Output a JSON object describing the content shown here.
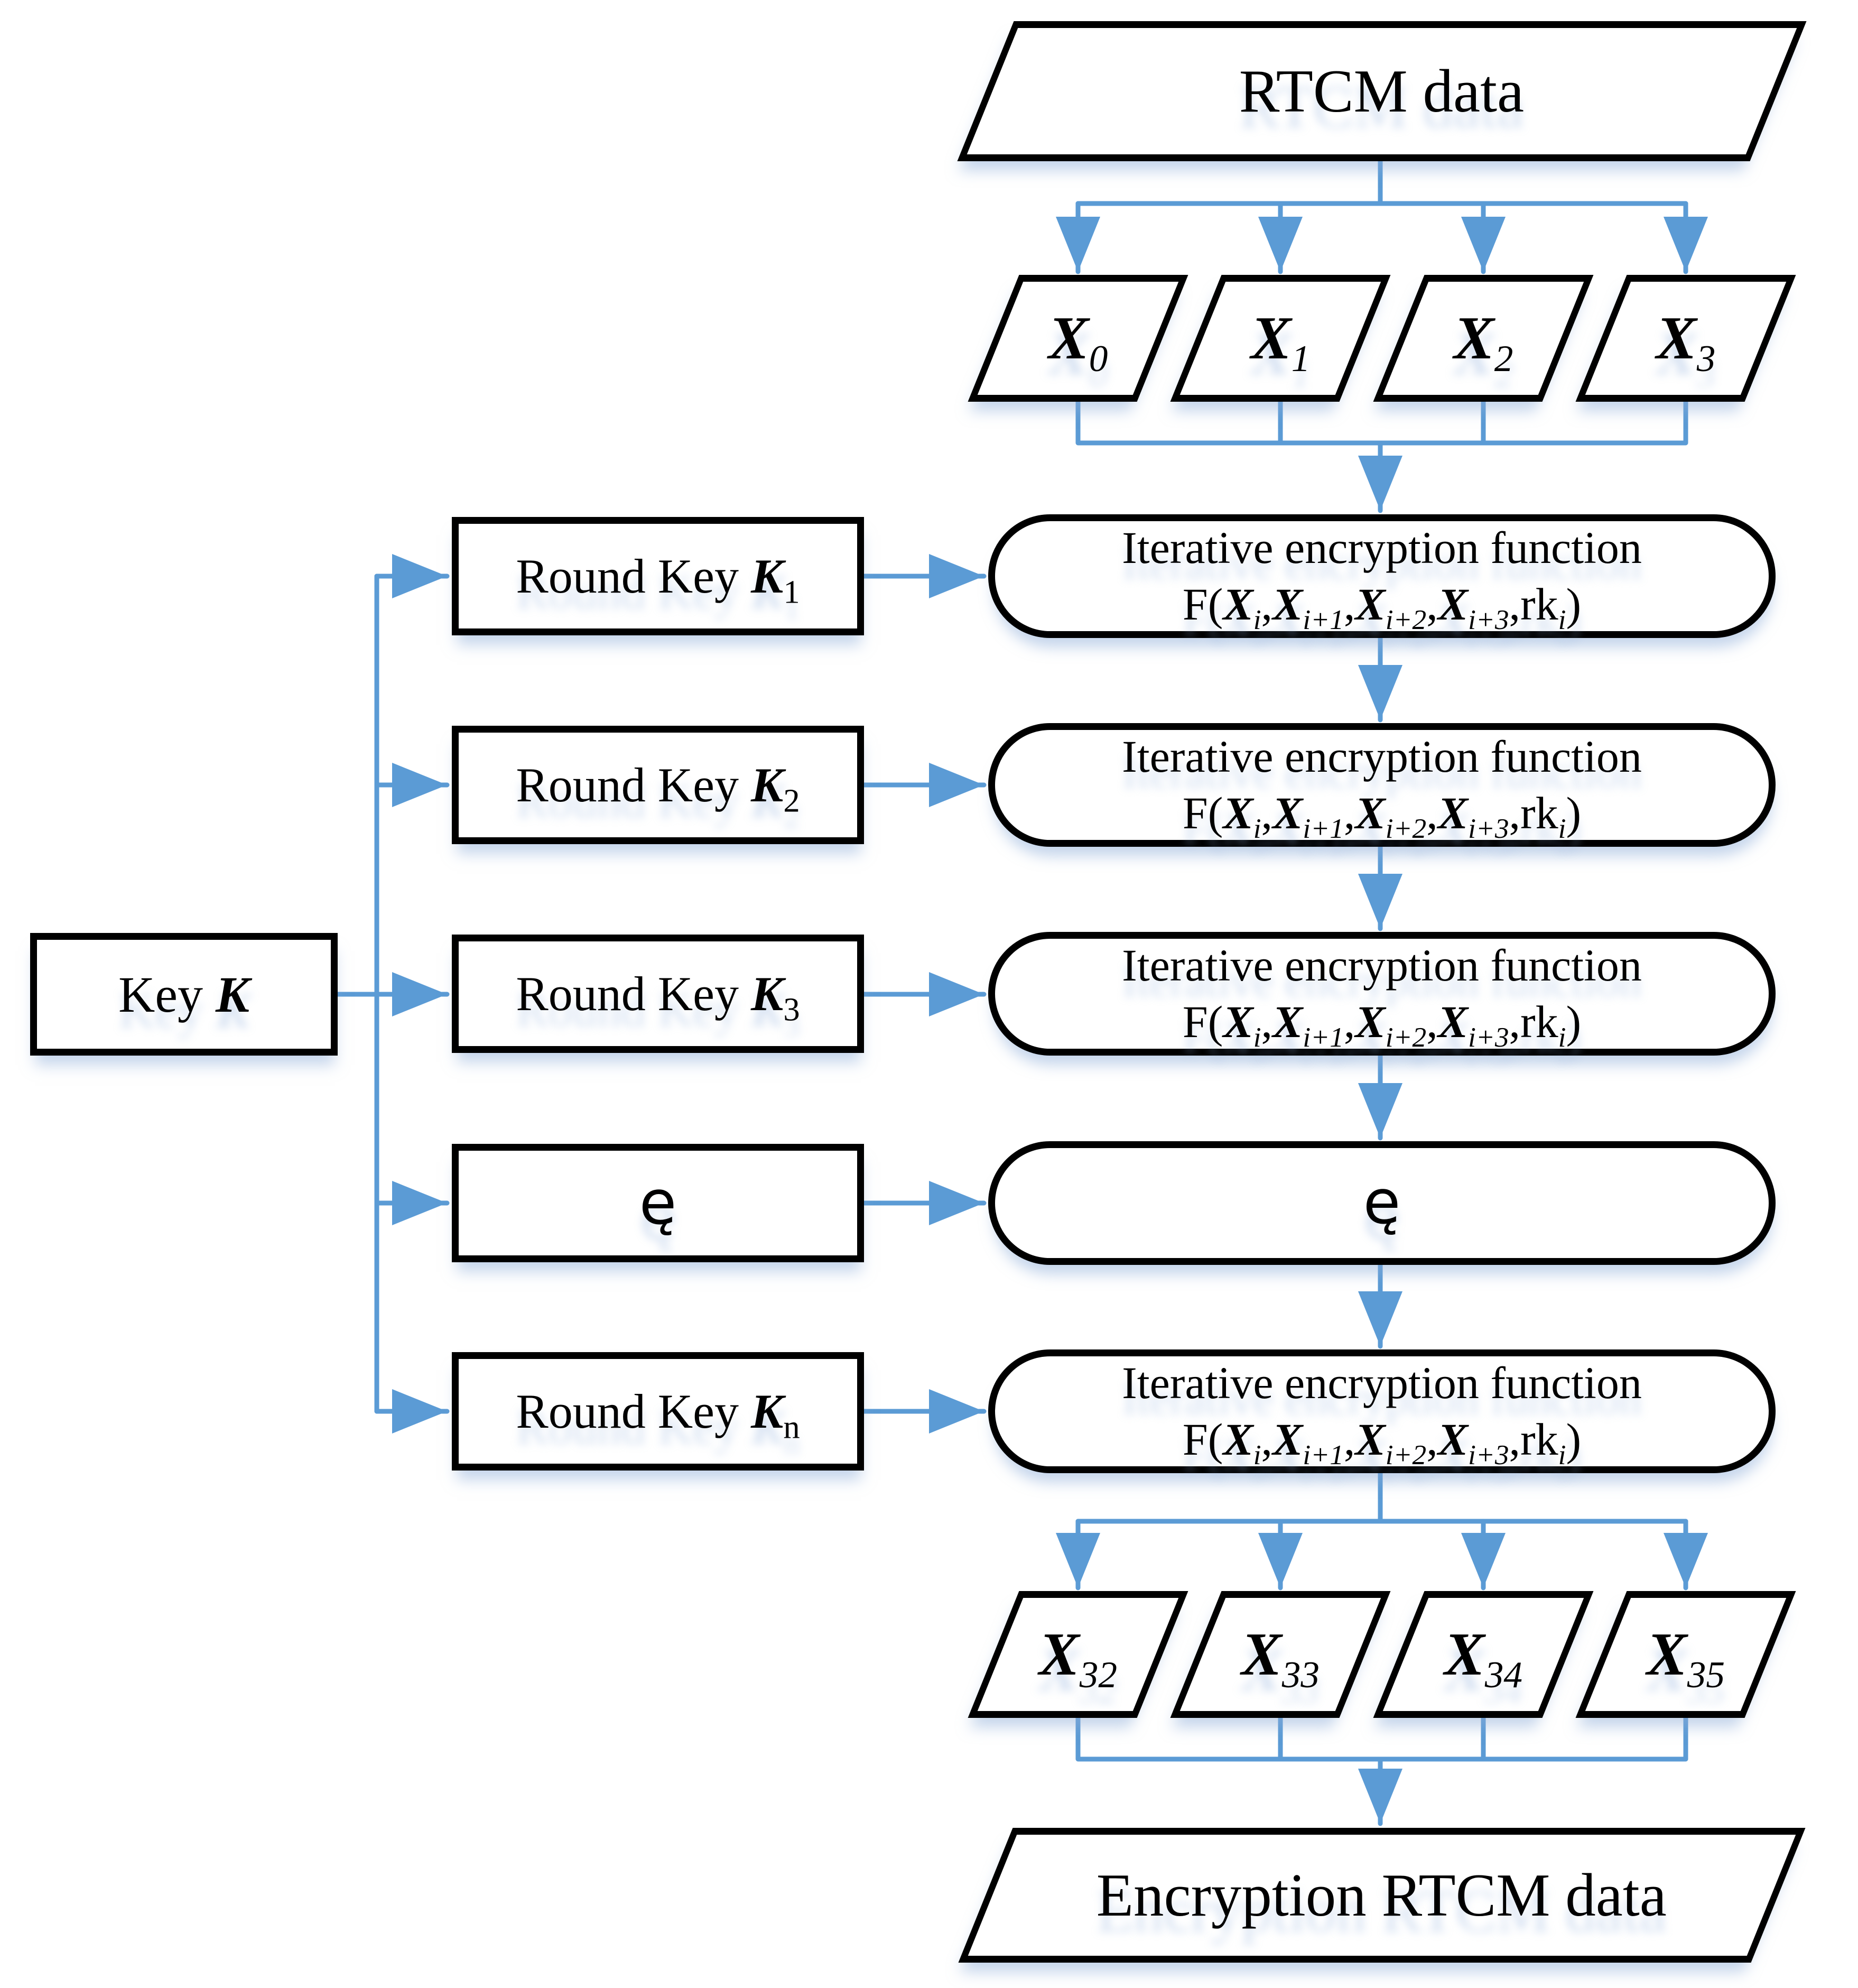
{
  "colors": {
    "arrow": "#5B9BD5",
    "border": "#000000",
    "background": "#FFFFFF",
    "text": "#000000"
  },
  "io": {
    "input": "RTCM data",
    "output": "Encryption RTCM data"
  },
  "key": {
    "prefix": "Key ",
    "symbol": "K"
  },
  "round_keys": {
    "prefix": "Round Key ",
    "symbol": "K",
    "subs": [
      "1",
      "2",
      "3",
      "n"
    ]
  },
  "blocks_in": {
    "var": "X",
    "subs": [
      "0",
      "1",
      "2",
      "3"
    ]
  },
  "blocks_out": {
    "var": "X",
    "subs": [
      "32",
      "33",
      "34",
      "35"
    ]
  },
  "function": {
    "line1": "Iterative encryption function"
  },
  "formula": {
    "prefix": "F(",
    "var": "X",
    "sub1": "i",
    "sep": ",",
    "sub2": "i+1",
    "sub3": "i+2",
    "sub4": "i+3",
    "rk": "rk",
    "rk_sub": "i",
    "suffix": ")"
  },
  "ellipsis": "ę"
}
